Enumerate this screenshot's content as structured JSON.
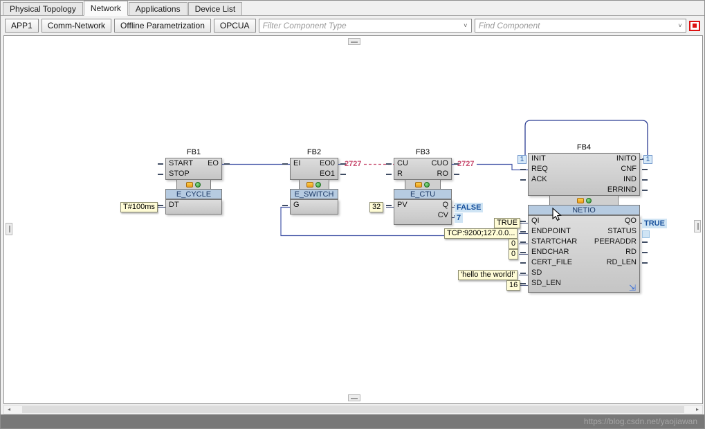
{
  "tabs": {
    "items": [
      {
        "label": "Physical Topology",
        "active": false
      },
      {
        "label": "Network",
        "active": true
      },
      {
        "label": "Applications",
        "active": false
      },
      {
        "label": "Device List",
        "active": false
      }
    ]
  },
  "toolbar": {
    "buttons": [
      {
        "label": "APP1"
      },
      {
        "label": "Comm-Network"
      },
      {
        "label": "Offline Parametrization"
      },
      {
        "label": "OPCUA"
      }
    ],
    "filter_placeholder": "Filter Component Type",
    "find_placeholder": "Find Component"
  },
  "blocks": {
    "fb1": {
      "name": "FB1",
      "type": "E_CYCLE",
      "event_rows": [
        {
          "l": "START",
          "r": "EO"
        },
        {
          "l": "STOP",
          "r": ""
        }
      ],
      "data_rows": [
        {
          "l": "DT",
          "r": ""
        }
      ]
    },
    "fb2": {
      "name": "FB2",
      "type": "E_SWITCH",
      "event_rows": [
        {
          "l": "EI",
          "r": "EO0"
        },
        {
          "l": "",
          "r": "EO1"
        }
      ],
      "data_rows": [
        {
          "l": "G",
          "r": ""
        }
      ]
    },
    "fb3": {
      "name": "FB3",
      "type": "E_CTU",
      "event_rows": [
        {
          "l": "CU",
          "r": "CUO"
        },
        {
          "l": "R",
          "r": "RO"
        }
      ],
      "data_rows": [
        {
          "l": "PV",
          "r": "Q"
        },
        {
          "l": "",
          "r": "CV"
        }
      ]
    },
    "fb4": {
      "name": "FB4",
      "type": "NETIO",
      "event_rows": [
        {
          "l": "INIT",
          "r": "INITO"
        },
        {
          "l": "REQ",
          "r": "CNF"
        },
        {
          "l": "ACK",
          "r": "IND"
        },
        {
          "l": "",
          "r": "ERRIND"
        }
      ],
      "data_rows": [
        {
          "l": "QI",
          "r": "QO"
        },
        {
          "l": "ENDPOINT",
          "r": "STATUS"
        },
        {
          "l": "STARTCHAR",
          "r": "PEERADDR"
        },
        {
          "l": "ENDCHAR",
          "r": "RD"
        },
        {
          "l": "CERT_FILE",
          "r": "RD_LEN"
        },
        {
          "l": "SD",
          "r": ""
        },
        {
          "l": "SD_LEN",
          "r": ""
        }
      ]
    }
  },
  "values": {
    "dt": "T#100ms",
    "pv": "32",
    "qi": "TRUE",
    "endpoint": "TCP:9200;127.0.0...",
    "startchar": "0",
    "endchar": "0",
    "sd": "'hello the world!'",
    "sd_len": "16"
  },
  "watches": {
    "q": "FALSE",
    "cv": "7",
    "qo": "TRUE"
  },
  "connections": {
    "label_a": "2727",
    "label_b": "2727",
    "loop_ref_left": "1",
    "loop_ref_right": "1"
  },
  "statusbar": {
    "watermark": "https://blog.csdn.net/yaojiawan"
  },
  "icons": {
    "combo_arrow": "˅",
    "scroll_left": "◂",
    "scroll_right": "▸",
    "expand": "⇲"
  },
  "colors": {
    "canvas_bg": "#ffffff",
    "block_fill": "#d2d2d2",
    "type_band_bg": "#b6cbe1",
    "value_bg": "#fffcd6",
    "watch_bg": "#cfe4f4",
    "watch_text": "#17509c",
    "wire": "#4456a8",
    "loop_wire": "#2c3d93",
    "conn_label": "#c94f72",
    "statusbar_bg": "#787878"
  }
}
